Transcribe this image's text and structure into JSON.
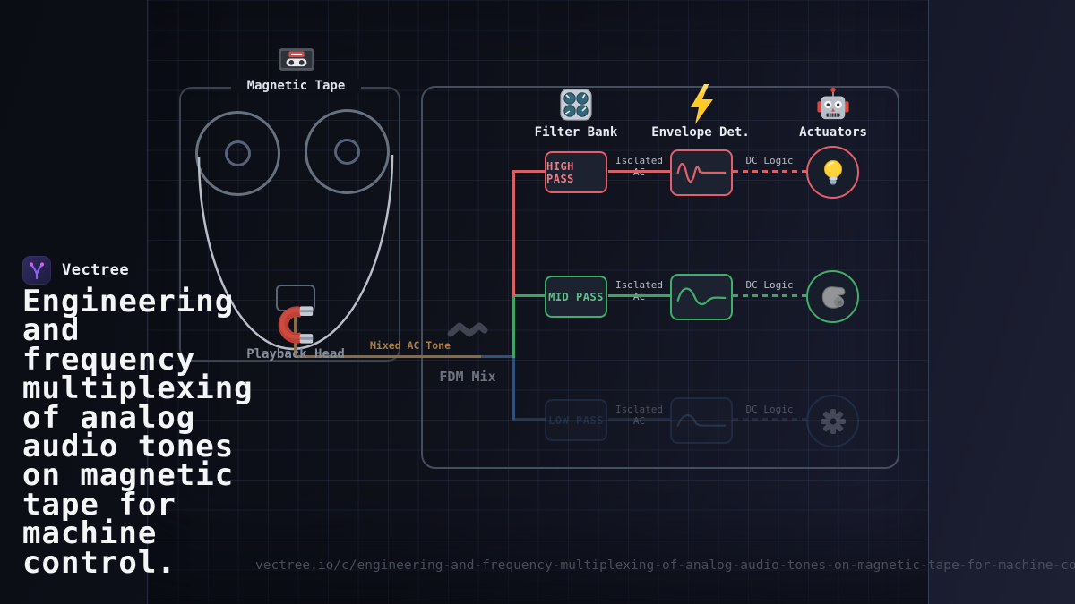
{
  "brand": {
    "name": "Vectree"
  },
  "headline": "Engineering\nand\nfrequency\nmultiplexing\nof analog\naudio tones\non magnetic\ntape for\nmachine\ncontrol.",
  "footer_url": "vectree.io/c/engineering-and-frequency-multiplexing-of-analog-audio-tones-on-magnetic-tape-for-machine-contro",
  "diagram": {
    "tape_unit": {
      "title": "Magnetic Tape",
      "icon": "cassette-icon",
      "head_label": "Playback Head",
      "head_icon": "magnet-icon"
    },
    "mix": {
      "line_label": "Mixed AC Tone",
      "node_label": "FDM Mix",
      "node_icon": "wave-squiggle-icon"
    },
    "columns": [
      {
        "label": "Filter Bank",
        "icon": "knobs-icon"
      },
      {
        "label": "Envelope Det.",
        "icon": "lightning-icon"
      },
      {
        "label": "Actuators",
        "icon": "robot-icon"
      }
    ],
    "channels": [
      {
        "name": "HIGH PASS",
        "ac_label": "Isolated AC",
        "dc_label": "DC Logic",
        "actuator_icon": "lightbulb-icon",
        "color": "#e2606a",
        "dimmed": false
      },
      {
        "name": "MID PASS",
        "ac_label": "Isolated AC",
        "dc_label": "DC Logic",
        "actuator_icon": "muscle-icon",
        "color": "#3fae68",
        "dimmed": false
      },
      {
        "name": "LOW PASS",
        "ac_label": "Isolated AC",
        "dc_label": "DC Logic",
        "actuator_icon": "gear-icon",
        "color": "#31517e",
        "dimmed": true
      }
    ]
  },
  "colors": {
    "background": "#10121c",
    "grid_line": "#2a3347",
    "high_pass": "#e2606a",
    "mid_pass": "#3fae68",
    "low_pass": "#31517e",
    "mixed_tone": "#8a6a3e",
    "panel_border": "#434e5f"
  }
}
